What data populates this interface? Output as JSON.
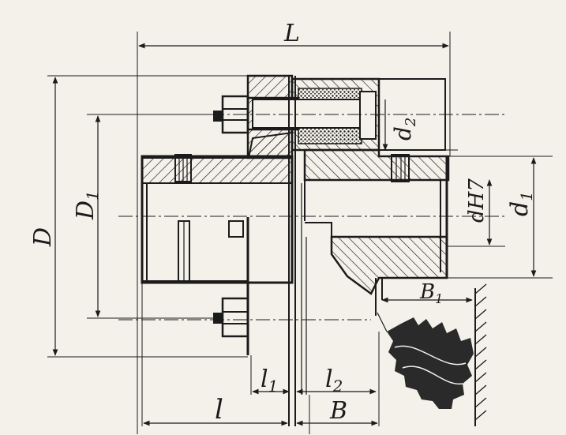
{
  "labels": {
    "L": "L",
    "D": "D",
    "D1": "D",
    "D1_sub": "1",
    "d2": "d",
    "d2_sub": "2",
    "dH7": "dH7",
    "d1": "d",
    "d1_sub": "1",
    "l": "l",
    "l1": "l",
    "l1_sub": "1",
    "l2": "l",
    "l2_sub": "2",
    "B": "B",
    "B1": "B",
    "B1_sub": "1"
  },
  "colors": {
    "ink": "#1b1b1b",
    "paper": "#f4f1ea",
    "rubber": "#2a2a2a"
  }
}
